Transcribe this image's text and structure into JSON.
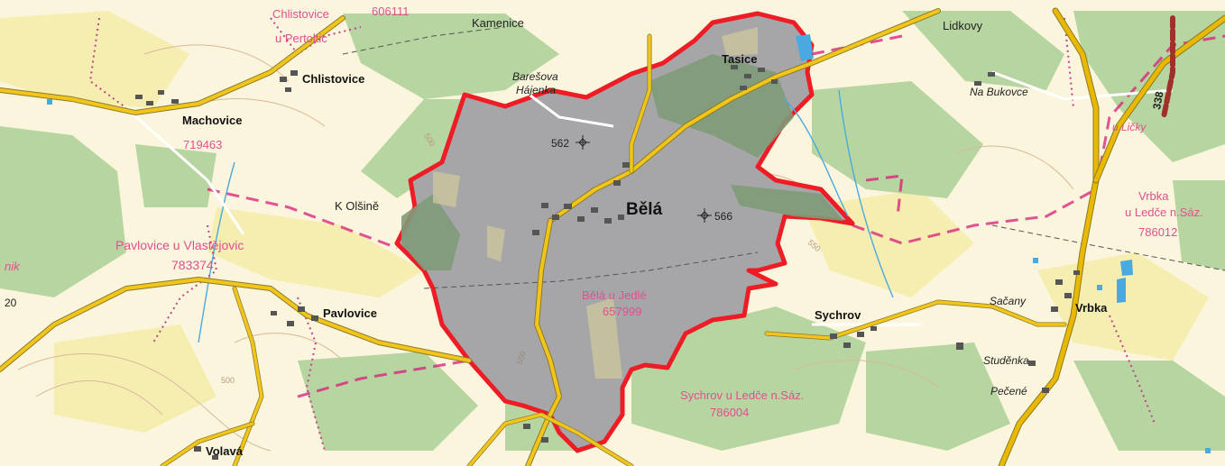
{
  "map": {
    "main_label": "Bělá",
    "cadastral_selected": {
      "name": "Bělá u Jedlé",
      "code": "657999"
    },
    "settlements": {
      "chlistovice": "Chlistovice",
      "machovice": "Machovice",
      "tasice": "Tasice",
      "lidkovy": "Lidkovy",
      "kamenice": "Kamenice",
      "baresova_1": "Barešova",
      "baresova_2": "Hájenka",
      "na_bukovce": "Na Bukovce",
      "k_olsine": "K Olšině",
      "pavlovice": "Pavlovice",
      "sychrov": "Sychrov",
      "sacany": "Sačany",
      "vrbka": "Vrbka",
      "studenka": "Studěnka",
      "pecene": "Pečené",
      "volava": "Volavá",
      "nik": "nik"
    },
    "cadastral_labels": {
      "chlistovice_1": "Chlistovice",
      "chlistovice_2": "u Pertoltic",
      "top_code": "606111",
      "machovice_code": "719463",
      "pavlovice_name": "Pavlovice u Vlastějovic",
      "pavlovice_code": "783374",
      "sychrov_name": "Sychrov u Ledče n.Sáz.",
      "sychrov_code": "786004",
      "vrbka_1": "Vrbka",
      "vrbka_2": "u Ledče n.Sáz.",
      "vrbka_code": "786012",
      "licka": "u Ličky"
    },
    "elevations": {
      "e562": "562",
      "e566": "566"
    },
    "contour_values": {
      "c1": "500",
      "c2": "550",
      "c3": "500",
      "c4": "550",
      "c5": "20"
    },
    "road_number": "338",
    "colors": {
      "forest": "#b4d39f",
      "field": "#fdf6d6",
      "meadow": "#f6edb0",
      "highlight_fill": "#a6a6a8",
      "highlight_border": "#ee1c25",
      "road": "#f2c51a",
      "road_main": "#e9b800",
      "road_casing": "#8a7a2a",
      "cadastral_line": "#c3418d",
      "district_line": "#d81b7a",
      "contour": "#d8b89a",
      "water": "#4aa9e0",
      "building": "#555555"
    }
  }
}
